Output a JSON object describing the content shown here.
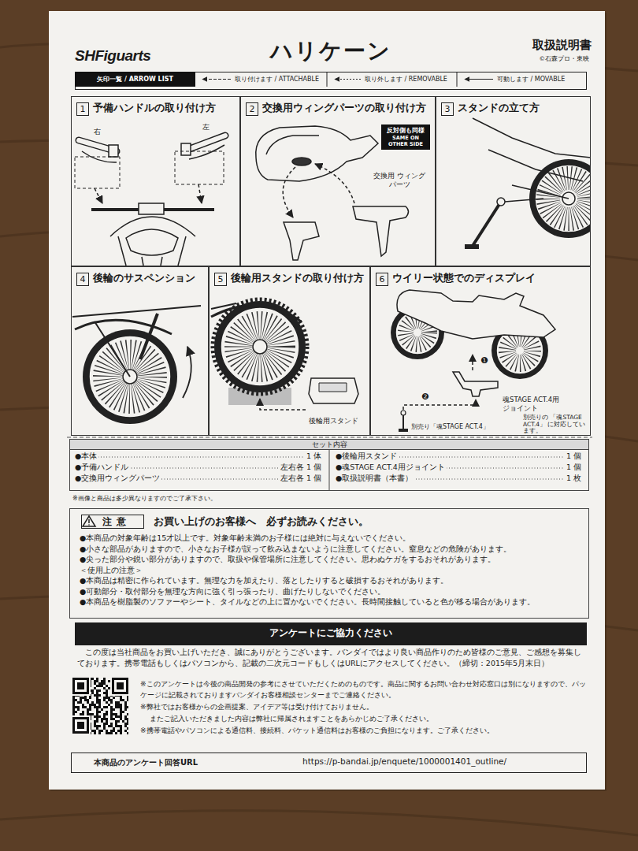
{
  "diagram": {
    "title": "ハリケーン",
    "nodes": [
      {
        "text": [
          "矢印一覧 / ARROW LIST",
          "取り付けます / ATTACHABLE",
          "取り外します / REMOVABLE",
          "可動します / MOVABLE"
        ]
      },
      {
        "text": [
          "1",
          "予備ハンドルの取り付け方"
        ]
      },
      {
        "text": [
          "2",
          "交換用ウィングパーツの取り付け方"
        ]
      },
      {
        "text": [
          "反対側も同様",
          "SAME ON OTHER SIDE"
        ],
        "in": 2
      },
      {
        "text": [
          "3",
          "スタンドの立て方"
        ]
      },
      {
        "text": [
          "4",
          "後輪のサスペンション"
        ]
      },
      {
        "text": [
          "5",
          "後輪用スタンドの取り付け方"
        ]
      },
      {
        "text": [
          "6",
          "ウイリー状態でのディスプレイ"
        ]
      },
      {
        "text": [
          "セット内容"
        ]
      },
      {
        "text": [
          "お買い上げのお客様へ　必ずお読みください。",
          "●本商品の対象年齢は15才以上です。対象年齢未満のお子様には絶対に与えないでください。",
          "●小さな部品がありますので、小さなお子様が誤って飲み込まないように注意してください。窒息などの危険があります。",
          "●尖った部分や鋭い部分がありますので、取扱や保管場所に注意してください。思わぬケガをするおそれがあります。",
          "＜使用上の注意＞",
          "●本商品は精密に作られています。無理な力を加えたり、落としたりすると破損するおそれがあります。",
          "●可動部分・取付部分を無理な方向に強く引っ張ったり、曲げたりしないでください。",
          "●本商品を樹脂製のソファーやシート、タイルなどの上に置かないでください。長時間接触していると色が移る場合があります。"
        ]
      },
      {
        "text": [
          "注 意"
        ],
        "in": 9
      },
      {
        "text": [
          "アンケートにご協力ください"
        ]
      },
      {
        "text": [
          "本商品のアンケート回答URL",
          "https://p-bandai.jp/enquete/1000001401_outline/"
        ]
      }
    ],
    "labels": [
      "SHFiguarts",
      "取扱説明書",
      "©石森プロ・東映",
      "右",
      "左",
      "交換用 ウィングパーツ",
      "後輪用スタンド",
      "❶",
      "❷",
      "魂STAGE ACT.4用 ジョイント",
      "別売り「魂STAGE ACT.4」",
      "別売りの 「魂STAGE ACT.4」 に対応しています。",
      "●本体",
      "1 体",
      "●予備ハンドル",
      "左右各 1 個",
      "●交換用ウィングパーツ",
      "左右各 1 個",
      "●後輪用スタンド",
      "1 個",
      "●魂STAGE ACT.4用ジョイント",
      "1 個",
      "●取扱説明書（本書）",
      "1 枚",
      "※画像と商品は多少異なりますのでご了承下さい。",
      "この度は当社商品をお買い上げいただき、誠にありがとうございます。バンダイではより良い商品作りのため皆様のご意見、ご感想を募集しております。携帯電話もしくはパソコンから、記載の二次元コードもしくはURLにアクセスしてください。（締切：2015年5月末日）",
      "※このアンケートは今後の商品開発の参考にさせていただくためのものです。商品に関するお問い合わせ対応窓口は別になりますので、パッケージに記載されておりますバンダイお客様相談センターまでご連絡ください。",
      "※弊社ではお客様からの企画提案、アイデア等は受け付けておりません。",
      "またご記入いただきました内容は弊社に帰属されますことをあらかじめご了承ください。",
      "※携帯電話やパソコンによる通信料、接続料、パケット通信料はお客様のご負担になります。ご了承ください。"
    ]
  }
}
